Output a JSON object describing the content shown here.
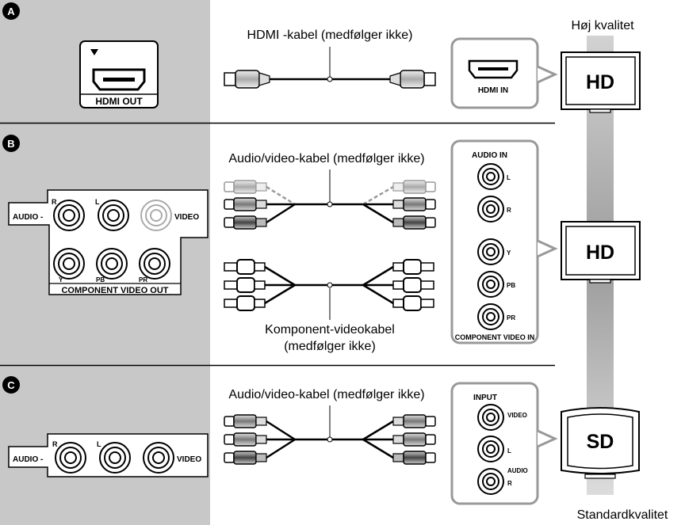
{
  "sections": [
    {
      "badge": "A",
      "port_label": "HDMI OUT",
      "cable_label": "HDMI -kabel (medfølger ikke)",
      "tv_port_label": "HDMI IN",
      "tv_label": "HD"
    },
    {
      "badge": "B",
      "player_audio_label": "AUDIO",
      "player_r": "R",
      "player_l": "L",
      "player_video": "VIDEO",
      "player_y": "Y",
      "player_pb": "PB",
      "player_pr": "PR",
      "player_component_label": "COMPONENT VIDEO OUT",
      "cable_label": "Audio/video-kabel (medfølger ikke)",
      "cable2_label_line1": "Komponent-videokabel",
      "cable2_label_line2": "(medfølger ikke)",
      "tv_audio_in": "AUDIO IN",
      "tv_l": "L",
      "tv_r": "R",
      "tv_y": "Y",
      "tv_pb": "PB",
      "tv_pr": "PR",
      "tv_component_in": "COMPONENT VIDEO IN",
      "tv_label": "HD"
    },
    {
      "badge": "C",
      "player_audio_label": "AUDIO",
      "player_r": "R",
      "player_l": "L",
      "player_video": "VIDEO",
      "cable_label": "Audio/video-kabel (medfølger ikke)",
      "tv_input": "INPUT",
      "tv_video": "VIDEO",
      "tv_l": "L",
      "tv_audio": "AUDIO",
      "tv_r": "R",
      "tv_label": "SD"
    }
  ],
  "quality_high": "Høj kvalitet",
  "quality_standard": "Standardkvalitet",
  "colors": {
    "panel": "#c8c8c8",
    "scale_bar": "#b4b4b4",
    "line": "#000000"
  }
}
